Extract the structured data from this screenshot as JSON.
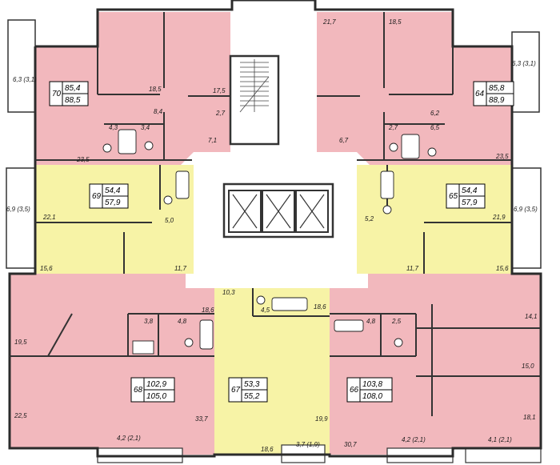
{
  "colors": {
    "pink": "#f2b8bd",
    "yellow": "#f7f3a6",
    "common": "#ffffff",
    "wall": "#2b2b2b"
  },
  "apartments": [
    {
      "id": "apt-70",
      "number": "70",
      "total": "85,4",
      "living": "88,5"
    },
    {
      "id": "apt-64",
      "number": "64",
      "total": "85,8",
      "living": "88,9"
    },
    {
      "id": "apt-69",
      "number": "69",
      "total": "54,4",
      "living": "57,9"
    },
    {
      "id": "apt-65",
      "number": "65",
      "total": "54,4",
      "living": "57,9"
    },
    {
      "id": "apt-68",
      "number": "68",
      "total": "102,9",
      "living": "105,0"
    },
    {
      "id": "apt-67",
      "number": "67",
      "total": "53,3",
      "living": "55,2"
    },
    {
      "id": "apt-66",
      "number": "66",
      "total": "103,8",
      "living": "108,0"
    }
  ],
  "room_areas": [
    "18,5",
    "17,5",
    "8,4",
    "2,7",
    "4,3",
    "3,4",
    "7,1",
    "23,5",
    "6,3 (3,1)",
    "21,7",
    "18,5",
    "6,2",
    "2,7",
    "6,5",
    "6,7",
    "23,5",
    "6,3 (3,1)",
    "22,1",
    "5,0",
    "15,6",
    "11,7",
    "6,9 (3,5)",
    "5,2",
    "21,9",
    "11,7",
    "15,6",
    "6,9 (3,5)",
    "19,5",
    "3,8",
    "4,8",
    "18,6",
    "22,5",
    "33,7",
    "4,2 (2,1)",
    "10,3",
    "4,5",
    "18,6",
    "3,7 (1,9)",
    "19,9",
    "18,6",
    "4,8",
    "2,5",
    "14,1",
    "15,0",
    "18,1",
    "30,7",
    "4,2 (2,1)",
    "4,1 (2,1)"
  ]
}
